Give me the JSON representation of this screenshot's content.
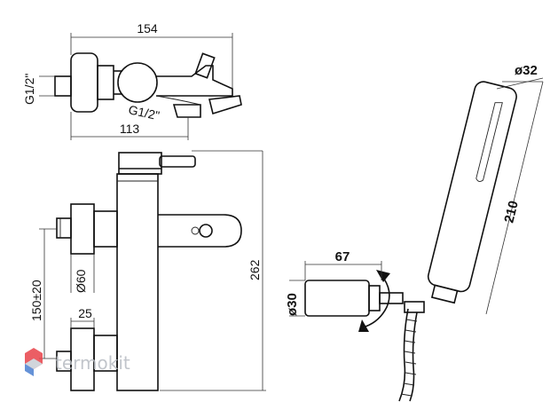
{
  "dimensions": {
    "top_width": "154",
    "thread_left": "G1/2\"",
    "thread_right": "G1/2\"",
    "top_depth": "113",
    "spacing": "150±20",
    "flange_diameter": "Ø60",
    "connector_width": "25",
    "height_total": "262",
    "hand_shower_length": "210",
    "hand_shower_diameter": "ø32",
    "holder_length": "67",
    "holder_diameter": "ø30"
  },
  "watermark": {
    "text": "termokit",
    "logo_colors": [
      "#e8434a",
      "#4b7fd1",
      "#c9ced5"
    ]
  }
}
